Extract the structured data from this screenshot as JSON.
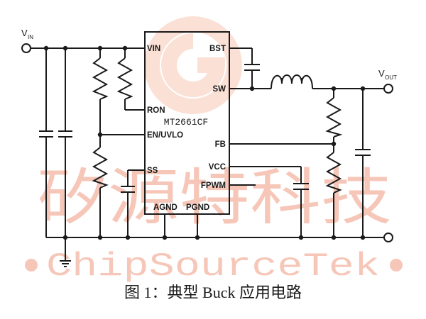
{
  "diagram": {
    "ic": {
      "part_number": "MT2661CF",
      "pins": {
        "vin": "VIN",
        "ron": "RON",
        "en_uvlo": "EN/UVLO",
        "ss": "SS",
        "agnd": "AGND",
        "pgnd": "PGND",
        "bst": "BST",
        "sw": "SW",
        "fb": "FB",
        "vcc": "VCC",
        "fpwm": "FPWM"
      }
    },
    "terminals": {
      "vin_main": "V",
      "vin_sub": "IN",
      "vout_main": "V",
      "vout_sub": "OUT"
    },
    "watermark": {
      "cn": "矽源特科技",
      "en": "ChipSourceTek"
    },
    "caption": "图 1：典型 Buck 应用电路",
    "colors": {
      "line": "#1a1a1a",
      "watermark": "#f6c7b8",
      "watermark_logo": "#fbe0d6"
    }
  }
}
